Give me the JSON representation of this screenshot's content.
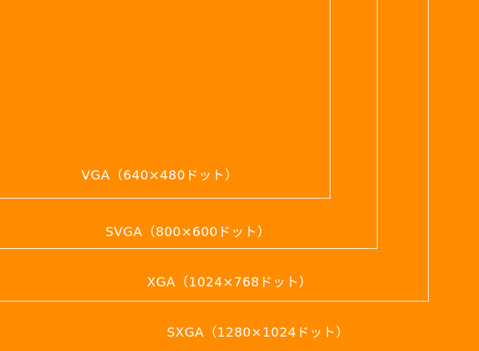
{
  "resolutions": [
    {
      "id": "vga",
      "label": "VGA（640×480ドット）"
    },
    {
      "id": "svga",
      "label": "SVGA（800×600ドット）"
    },
    {
      "id": "xga",
      "label": "XGA（1024×768ドット）"
    },
    {
      "id": "sxga",
      "label": "SXGA（1280×1024ドット）"
    }
  ],
  "colors": {
    "background": "#ff8c00",
    "border": "#fff2e0",
    "text": "#ffffff"
  }
}
